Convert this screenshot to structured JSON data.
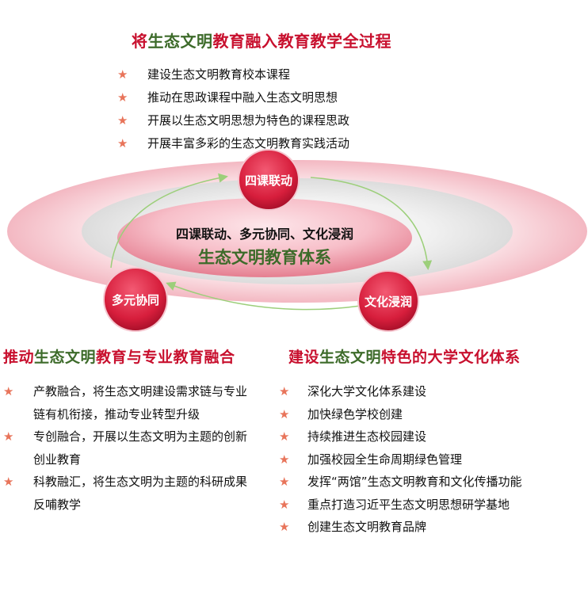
{
  "colors": {
    "title_red": "#c8102e",
    "title_green": "#3d6b2a",
    "star": "#e8745a",
    "ring_outer": "#f7d0d6",
    "ring_gray": "#e7e7e7",
    "ring_inner": "#f4a4b1",
    "node_red": "#d71e3c"
  },
  "top_section": {
    "title_a": "将",
    "title_b": "生态文明",
    "title_c": "教育融入教育教学全过程",
    "items": [
      "建设生态文明教育校本课程",
      "推动在思政课程中融入生态文明思想",
      "开展以生态文明思想为特色的课程思政",
      "开展丰富多彩的生态文明教育实践活动"
    ]
  },
  "center": {
    "line1": "四课联动、多元协同、文化浸润",
    "line2": "生态文明教育体系"
  },
  "nodes": {
    "top": "四课联动",
    "left": "多元协同",
    "right": "文化浸润"
  },
  "left_section": {
    "title_a": "推动",
    "title_b": "生态文明",
    "title_c": "教育与专业教育融合",
    "items": [
      "产教融合，将生态文明建设需求链与专业链有机衔接，推动专业转型升级",
      "专创融合，开展以生态文明为主题的创新创业教育",
      "科教融汇，将生态文明为主题的科研成果反哺教学"
    ]
  },
  "right_section": {
    "title_a": "建设",
    "title_b": "生态文明",
    "title_c": "特色的大学文化体系",
    "items": [
      "深化大学文化体系建设",
      "加快绿色学校创建",
      "持续推进生态校园建设",
      "加强校园全生命周期绿色管理",
      "发挥“两馆”生态文明教育和文化传播功能",
      "重点打造习近平生态文明思想研学基地",
      "创建生态文明教育品牌"
    ]
  }
}
